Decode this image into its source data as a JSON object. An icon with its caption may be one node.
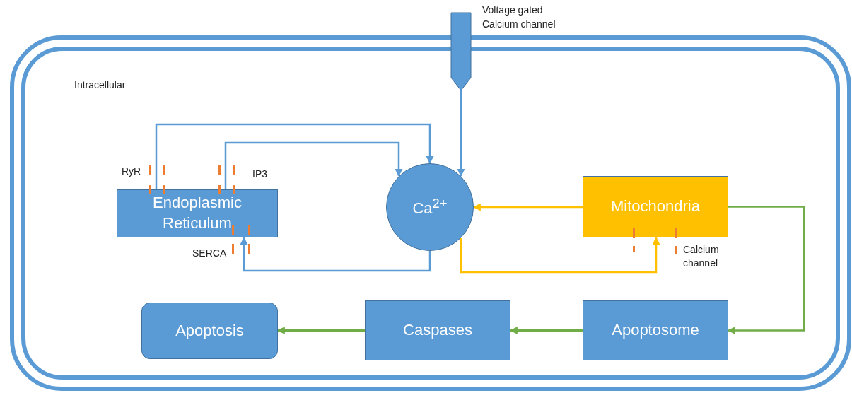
{
  "diagram": {
    "nodes": [
      {
        "text": [
          "Intracellular"
        ]
      },
      {
        "text": [
          "Voltage gated Calcium channel"
        ]
      },
      {
        "text": [
          "Endoplasmic Reticulum"
        ],
        "in": 0
      },
      {
        "text": [
          "Ca$^{2+}$"
        ],
        "in": 0
      },
      {
        "text": [
          "Mitochondria"
        ],
        "in": 0,
        "beside": [
          "Calcium channel"
        ]
      },
      {
        "text": [
          "Apoptosis"
        ],
        "in": 0
      },
      {
        "text": [
          "Caspases"
        ],
        "in": 0
      },
      {
        "text": [
          "Apoptosome"
        ],
        "in": 0
      }
    ],
    "edges": [
      {
        "from": 2,
        "to": 3,
        "arrow": "to"
      },
      {
        "from": 2,
        "to": 3,
        "arrow": "to"
      },
      {
        "from": 1,
        "to": 3,
        "arrow": "to"
      },
      {
        "from": 3,
        "to": 2,
        "arrow": "to"
      },
      {
        "from": 4,
        "to": 3,
        "arrow": "to",
        "color": "#ffc000"
      },
      {
        "from": 3,
        "to": 4,
        "arrow": "to",
        "color": "#ffc000"
      },
      {
        "from": 4,
        "to": 7,
        "arrow": "to",
        "color": "#70ad47"
      },
      {
        "from": 7,
        "to": 6,
        "arrow": "to",
        "color": "#70ad47",
        "style": "thick"
      },
      {
        "from": 6,
        "to": 5,
        "arrow": "to",
        "color": "#70ad47",
        "style": "thick"
      }
    ],
    "labels": [
      "RyR",
      "IP3",
      "SERCA"
    ]
  }
}
